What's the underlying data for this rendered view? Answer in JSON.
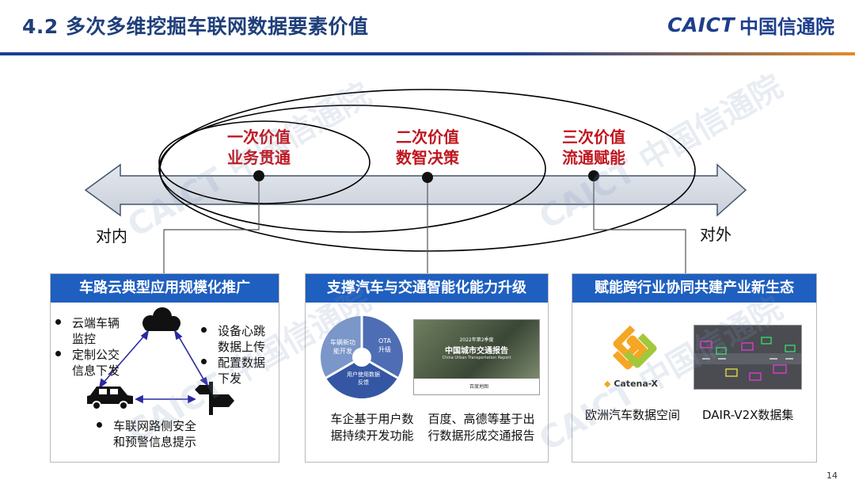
{
  "header": {
    "title": "4.2 多次多维挖掘车联网数据要素价值",
    "logo_latin": "CAICT",
    "logo_chinese": "中国信通院"
  },
  "axis": {
    "left_label": "对内",
    "right_label": "对外"
  },
  "values": [
    {
      "line1": "一次价值",
      "line2": "业务贯通"
    },
    {
      "line1": "二次价值",
      "line2": "数智决策"
    },
    {
      "line1": "三次价值",
      "line2": "流通赋能"
    }
  ],
  "panels": {
    "left": {
      "title": "车路云典型应用规模化推广",
      "bullets_left": [
        "云端车辆",
        "监控",
        "定制公交",
        "信息下发"
      ],
      "bullets_right": [
        "设备心跳",
        "数据上传",
        "配置数据",
        "下发"
      ],
      "bullet_bottom": [
        "车联网路侧安全",
        "和预警信息提示"
      ]
    },
    "middle": {
      "title": "支撑汽车与交通智能化能力升级",
      "cycle": {
        "seg1_l1": "车辆新功",
        "seg1_l2": "能开发",
        "seg2_l1": "OTA",
        "seg2_l2": "升级",
        "seg3_l1": "用户使用数据",
        "seg3_l2": "反馈"
      },
      "report": {
        "tag": "2022年第2季度",
        "title": "中国城市交通报告",
        "subtitle": "China Urban Transportation Report",
        "footer": "百度地图"
      },
      "caption_left": [
        "车企基于用户数",
        "据持续开发功能"
      ],
      "caption_right": [
        "百度、高德等基于出",
        "行数据形成交通报告"
      ]
    },
    "right": {
      "title": "赋能跨行业协同共建产业新生态",
      "catena_name": "Catena-X",
      "caption_left": "欧洲汽车数据空间",
      "caption_right": "DAIR-V2X数据集"
    }
  },
  "watermark": "CAICT 中国信通院",
  "page_number": "14",
  "colors": {
    "brand_blue": "#1f3f7a",
    "panel_blue": "#1f5fbf",
    "value_red": "#c0161f",
    "accent_orange": "#e08a2c"
  }
}
